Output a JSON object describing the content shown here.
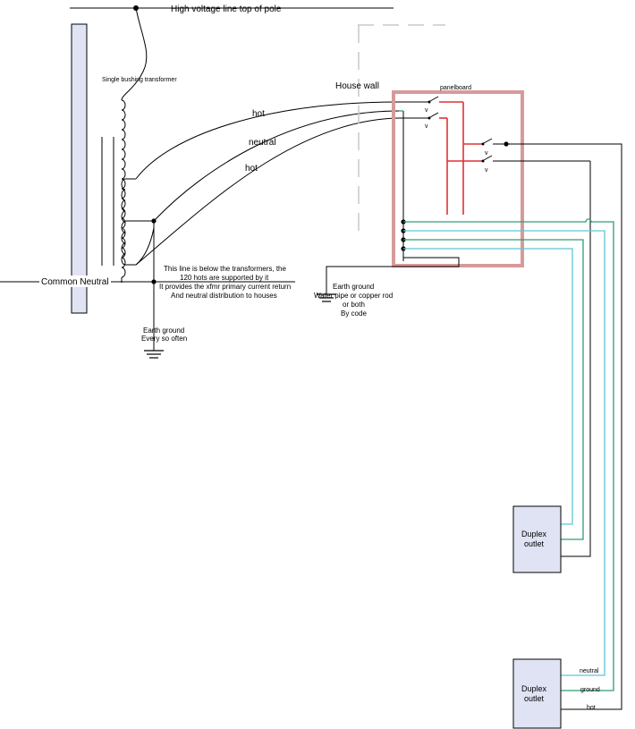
{
  "labels": {
    "high_voltage": "High voltage line top of pole",
    "transformer": "Single bushing transformer",
    "house_wall": "House wall",
    "panelboard": "panelboard",
    "hot_top": "hot",
    "neutral": "neutral",
    "hot_bottom": "hot",
    "common_neutral": "Common Neutral",
    "note_line1": "This line is below the transformers, the",
    "note_line2": "120 hots are supported by it",
    "note_line3": "It provides the xfmr primary current return",
    "note_line4": "And neutral distribution to houses",
    "pole_ground_line1": "Earth ground",
    "pole_ground_line2": "Every so often",
    "house_ground_line1": "Earth ground",
    "house_ground_line2": "Water pipe or copper rod",
    "house_ground_line3": "or both",
    "house_ground_line4": "By code",
    "breaker_v1": "v",
    "breaker_v2": "v",
    "breaker_v3": "v",
    "breaker_v4": "v",
    "outlet1_line1": "Duplex",
    "outlet1_line2": "outlet",
    "outlet2_line1": "Duplex",
    "outlet2_line2": "outlet",
    "out2_neutral": "neutral",
    "out2_ground": "ground",
    "out2_hot": "hot"
  },
  "colors": {
    "pole_fill": "#dfe3f3",
    "outlet_fill": "#dfe3f3",
    "panel_border": "#d79a9a",
    "hot_wire": "#e03232",
    "ground_wire": "#2f9e6f",
    "neutral_wire": "#5cc6d6",
    "wall_dash": "#c8c8c8"
  }
}
